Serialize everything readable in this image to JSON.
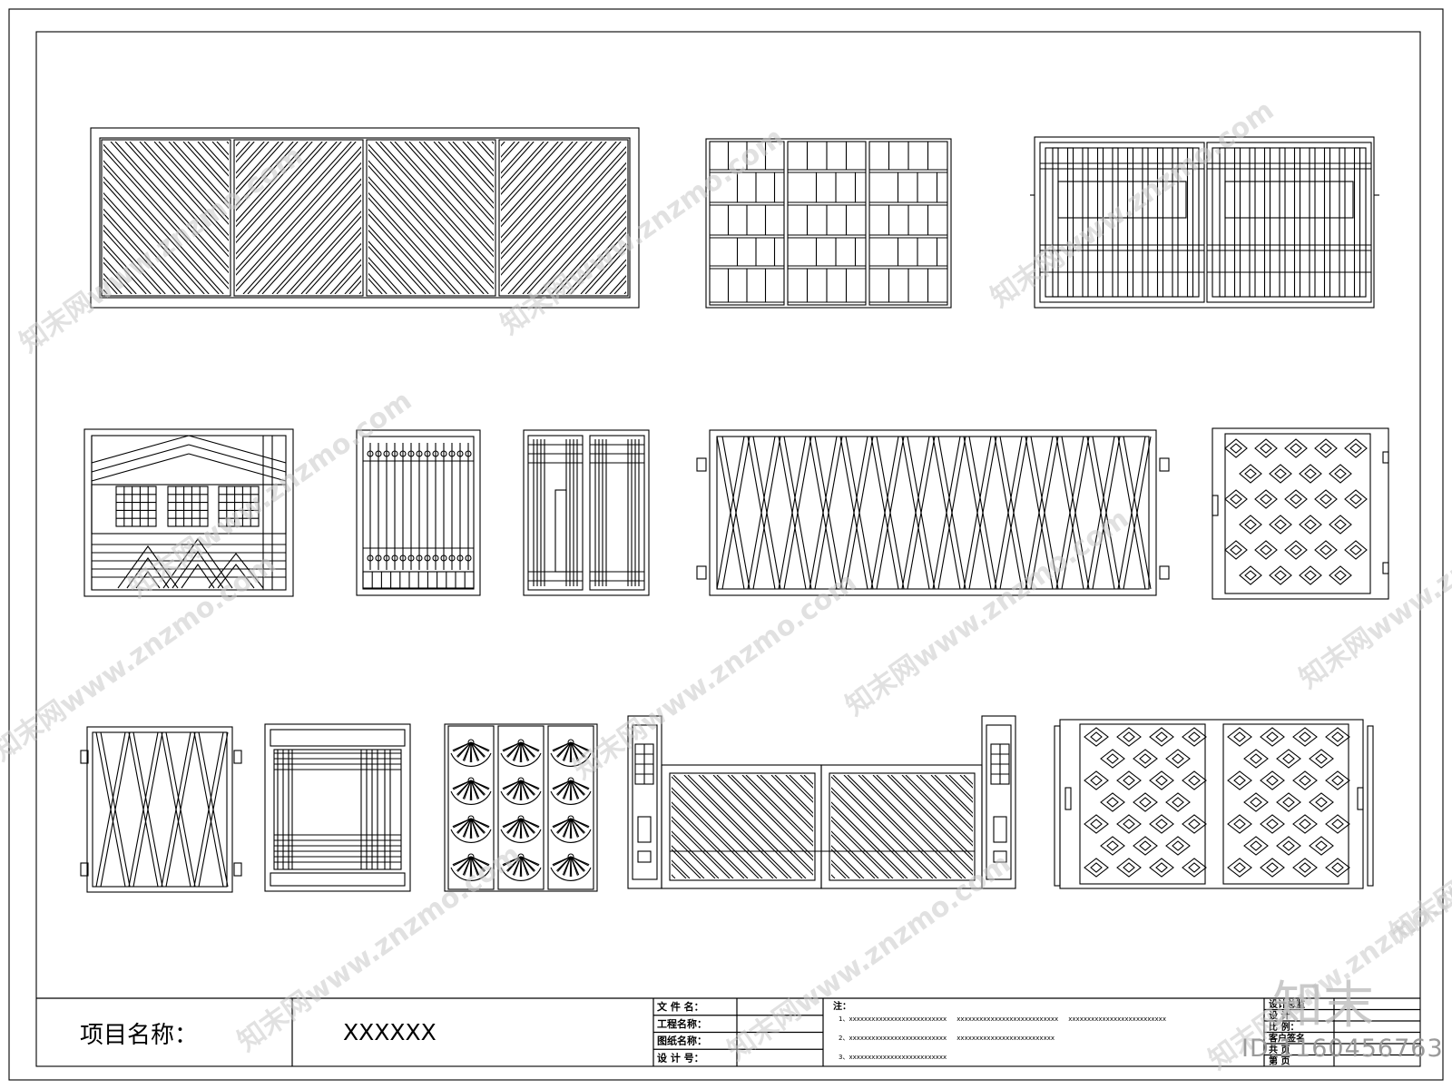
{
  "title_block": {
    "project_label": "项目名称：",
    "project_value": "XXXXXX",
    "file_rows": [
      "文 件 名：",
      "工程名称：",
      "图纸名称：",
      "设 计 号："
    ],
    "notes_label": "注：",
    "notes": [
      "1、xxxxxxxxxxxxxxxxxxxxxxxxxx     xxxxxxxxxxxxxxxxxxxxxxxxxxx     xxxxxxxxxxxxxxxxxxxxxxxxxx",
      "2、xxxxxxxxxxxxxxxxxxxxxxxxxx     xxxxxxxxxxxxxxxxxxxxxxxxxx",
      "3、xxxxxxxxxxxxxxxxxxxxxxxxxx"
    ],
    "sign_rows": [
      "设计总监",
      "设      计",
      "比      例：",
      "客户签名",
      "共      页",
      "第      页"
    ]
  },
  "watermark": {
    "text": "知末网www.znzmo.com",
    "logo": "知末",
    "id": "ID:1160456763"
  }
}
